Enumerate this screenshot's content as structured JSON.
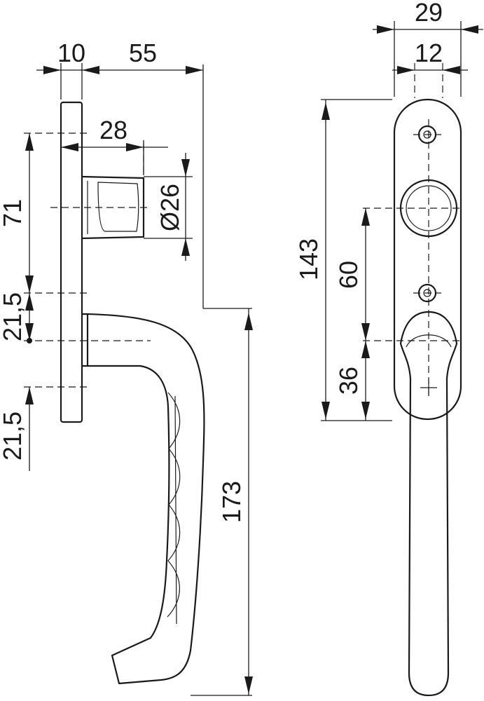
{
  "dimensions": {
    "plate_thickness": "10",
    "projection": "55",
    "spindle_offset": "28",
    "rosette_diameter": "Ø26",
    "upper_vertical": "71",
    "upper_half": "21,5",
    "lower_half": "21,5",
    "handle_length": "173",
    "plate_width": "29",
    "handle_width": "12",
    "plate_length": "143",
    "hole_spacing": "60",
    "lower_offset": "36"
  }
}
